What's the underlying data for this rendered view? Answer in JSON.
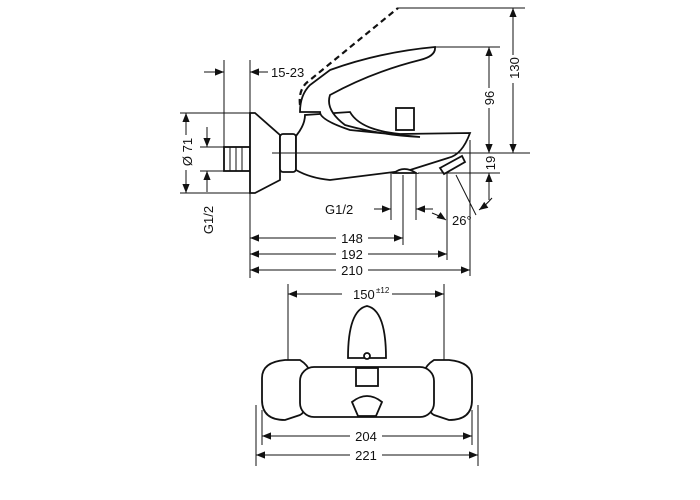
{
  "drawing": {
    "side_view": {
      "dim_offset": "15-23",
      "dim_height_lever": "96",
      "dim_height_total": "130",
      "dim_spout_drop": "19",
      "dim_rosette_diameter": "Ø 71",
      "dim_wall_thread": "G1/2",
      "dim_outlet_thread": "G1/2",
      "dim_angle": "26°",
      "dim_outlet_distance": "148",
      "dim_spout_length": "192",
      "dim_total_depth": "210"
    },
    "front_view": {
      "dim_centers": "150",
      "dim_centers_tolerance": "±12",
      "dim_body_width": "204",
      "dim_total_width": "221"
    }
  }
}
